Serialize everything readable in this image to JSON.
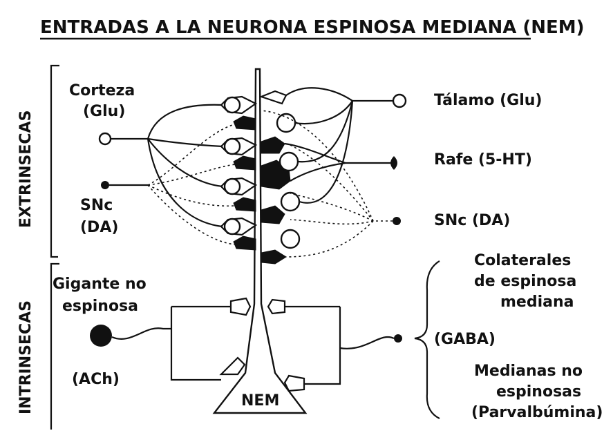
{
  "title": "ENTRADAS A LA NEURONA ESPINOSA MEDIANA (NEM)",
  "groups": {
    "extrinsic": "EXTRINSECAS",
    "intrinsic": "INTRINSECAS"
  },
  "left_labels": {
    "corteza_1": "Corteza",
    "corteza_2": "(Glu)",
    "snc_1": "SNc",
    "snc_2": "(DA)",
    "gigante_1": "Gigante no",
    "gigante_2": "espinosa",
    "ach": "(ACh)"
  },
  "right_labels": {
    "talamo": "Tálamo  (Glu)",
    "rafe": "Rafe  (5-HT)",
    "snc": "SNc  (DA)",
    "colat_1": "Colaterales",
    "colat_2": "de espinosa",
    "colat_3": "mediana",
    "gaba": "(GABA)",
    "med_1": "Medianas no",
    "med_2": "espinosas",
    "med_3": "(Parvalbúmina)"
  },
  "neuron_label": "NEM"
}
